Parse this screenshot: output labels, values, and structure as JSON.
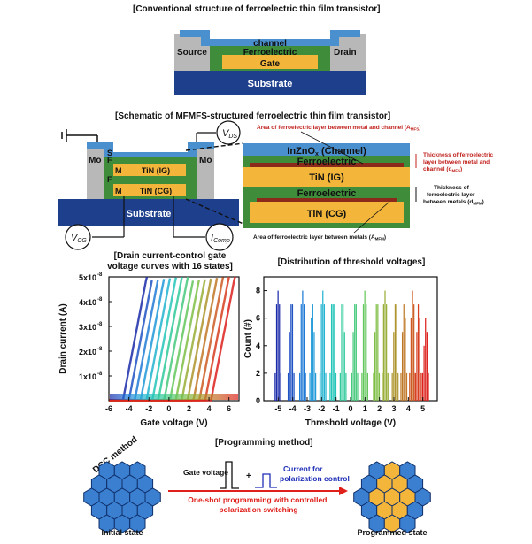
{
  "conventional": {
    "title": "[Conventional structure of ferroelectric thin film transistor]",
    "source": "Source",
    "drain": "Drain",
    "channel": "channel",
    "ferroelectric": "Ferroelectric",
    "gate": "Gate",
    "substrate": "Substrate"
  },
  "mfmfs": {
    "title": "[Schematic of MFMFS-structured ferroelectric thin film transistor]",
    "mo_left": "Mo",
    "mo_right": "Mo",
    "s_label": "S",
    "f_label_top": "F",
    "m_label_top": "M",
    "f_label_mid": "F",
    "m_label_bot": "M",
    "tin_ig": "TiN (IG)",
    "tin_cg": "TiN (CG)",
    "substrate": "Substrate",
    "vds": "V",
    "vds_sub": "DS",
    "vcg": "V",
    "vcg_sub": "CG",
    "icomp": "I",
    "icomp_sub": "Comp"
  },
  "zoom": {
    "channel": "InZnO",
    "channel_sub": "x",
    "channel_rest": " (Channel)",
    "ferro_top": "Ferroelectric",
    "tin_ig": "TiN (IG)",
    "ferro_mid": "Ferroelectric",
    "tin_cg": "TiN (CG)",
    "ann_area_mfs": "Area of ferroelectric layer between metal and channel (A",
    "ann_area_mfs_sub": "MFS",
    "ann_area_mfs_end": ")",
    "ann_thick_mfs_1": "Thickness of ferroelectric",
    "ann_thick_mfs_2": "layer between metal and",
    "ann_thick_mfs_3": "channel (d",
    "ann_thick_mfs_sub": "MFS",
    "ann_thick_mfs_end": ")",
    "ann_thick_mfm_1": "Thickness of",
    "ann_thick_mfm_2": "ferroelectric layer",
    "ann_thick_mfm_3": "between metals (d",
    "ann_thick_mfm_sub": "MFM",
    "ann_thick_mfm_end": ")",
    "ann_area_mfm": "Area of ferroelectric layer between metals (A",
    "ann_area_mfm_sub": "MFM",
    "ann_area_mfm_end": ")"
  },
  "chart_data": [
    {
      "type": "line",
      "title_line1": "[Drain current-control gate",
      "title_line2": "voltage curves with 16 states]",
      "xlabel": "Gate voltage (V)",
      "ylabel": "Drain current (A)",
      "xlim": [
        -6,
        7
      ],
      "ylim": [
        0,
        5e-08
      ],
      "x_ticks": [
        "-6",
        "-4",
        "-2",
        "0",
        "2",
        "4",
        "6"
      ],
      "y_tick_base": [
        "1x10",
        "2x10",
        "3x10",
        "4x10",
        "5x10"
      ],
      "y_tick_exp": "-8",
      "curve_count": 16,
      "threshold_range": [
        -4.6,
        4.2
      ],
      "colors": [
        "#1a2aa8",
        "#1f52c2",
        "#1f7ad6",
        "#2099d9",
        "#22b3d0",
        "#22c4b8",
        "#2ec99a",
        "#46c97c",
        "#63c65c",
        "#7fbe45",
        "#98ad36",
        "#ad942d",
        "#bf7726",
        "#cc5a22",
        "#d73c1f",
        "#dd211d"
      ]
    },
    {
      "type": "bar",
      "title": "[Distribution of threshold voltages]",
      "xlabel": "Threshold voltage (V)",
      "ylabel": "Count (#)",
      "xlim": [
        -6,
        6
      ],
      "ylim": [
        0,
        9
      ],
      "x_ticks": [
        "-5",
        "-4",
        "-3",
        "-2",
        "-1",
        "0",
        "1",
        "2",
        "3",
        "4",
        "5"
      ],
      "y_ticks": [
        "0",
        "2",
        "4",
        "6",
        "8"
      ],
      "series": [
        {
          "center": -5.0,
          "values": [
            2,
            7,
            8,
            7,
            2
          ],
          "color": "#1a2aa8"
        },
        {
          "center": -4.1,
          "values": [
            2,
            5,
            7,
            7,
            2
          ],
          "color": "#1f52c2"
        },
        {
          "center": -3.3,
          "values": [
            2,
            7,
            8,
            7,
            2
          ],
          "color": "#1f7ad6"
        },
        {
          "center": -2.6,
          "values": [
            2,
            6,
            7,
            5,
            2
          ],
          "color": "#2099d9"
        },
        {
          "center": -1.9,
          "values": [
            2,
            7,
            8,
            7,
            2
          ],
          "color": "#22b3d0"
        },
        {
          "center": -1.2,
          "values": [
            2,
            7,
            7,
            7,
            2
          ],
          "color": "#22c4b8"
        },
        {
          "center": -0.5,
          "values": [
            2,
            7,
            7,
            5,
            2
          ],
          "color": "#2ec99a"
        },
        {
          "center": 0.3,
          "values": [
            2,
            5,
            7,
            7,
            2
          ],
          "color": "#46c97c"
        },
        {
          "center": 1.0,
          "values": [
            2,
            7,
            8,
            7,
            2
          ],
          "color": "#63c65c"
        },
        {
          "center": 1.8,
          "values": [
            2,
            5,
            7,
            7,
            2
          ],
          "color": "#7fbe45"
        },
        {
          "center": 2.4,
          "values": [
            2,
            7,
            8,
            7,
            2
          ],
          "color": "#98ad36"
        },
        {
          "center": 3.1,
          "values": [
            2,
            5,
            7,
            7,
            2
          ],
          "color": "#ad942d"
        },
        {
          "center": 3.7,
          "values": [
            2,
            5,
            7,
            6,
            2
          ],
          "color": "#bf7726"
        },
        {
          "center": 4.3,
          "values": [
            2,
            6,
            8,
            7,
            2
          ],
          "color": "#cc5a22"
        },
        {
          "center": 4.7,
          "values": [
            2,
            5,
            7,
            6,
            2
          ],
          "color": "#d73c1f"
        },
        {
          "center": 5.2,
          "values": [
            2,
            4,
            6,
            5,
            2
          ],
          "color": "#dd211d"
        }
      ]
    }
  ],
  "programming": {
    "title": "[Programming method]",
    "method": "DCC method",
    "gate_voltage": "Gate voltage",
    "plus": "+",
    "current_line1": "Current for",
    "current_line2": "polarization control",
    "oneshot_line1": "One-shot programming with controlled",
    "oneshot_line2": "polarization switching",
    "initial": "Initial state",
    "programmed": "Programmed state",
    "accent": "#e0201b",
    "current_color": "#1f2fb8"
  }
}
